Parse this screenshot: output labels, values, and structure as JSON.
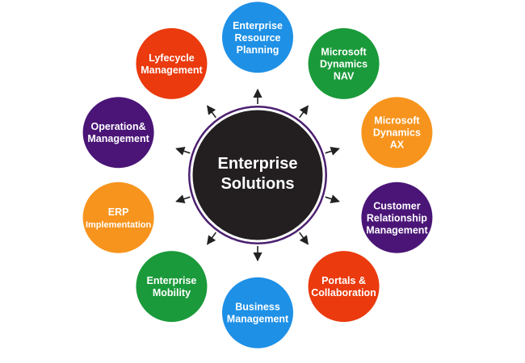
{
  "colors": {
    "background": "#ffffff",
    "hub_fill": "#231f20",
    "hub_ring": "#4b1f6f",
    "arrow": "#222222",
    "blue": "#1e90e6",
    "green": "#1a9a3a",
    "orange": "#f7941d",
    "purple": "#4a1577",
    "red": "#ea3a0e"
  },
  "hub": {
    "lines": [
      "Enterprise",
      "Solutions"
    ]
  },
  "nodes": [
    {
      "id": "enterprise-resource-planning",
      "lines": [
        "Enterprise",
        "Resource",
        "Planning"
      ],
      "color": "blue"
    },
    {
      "id": "microsoft-dynamics-nav",
      "lines": [
        "Microsoft",
        "Dynamics",
        "NAV"
      ],
      "color": "green"
    },
    {
      "id": "microsoft-dynamics-ax",
      "lines": [
        "Microsoft",
        "Dynamics",
        "AX"
      ],
      "color": "orange"
    },
    {
      "id": "customer-relationship-management",
      "lines": [
        "Customer",
        "Relationship",
        "Management"
      ],
      "color": "purple"
    },
    {
      "id": "portals-collaboration",
      "lines": [
        "Portals &",
        "Collaboration"
      ],
      "color": "red"
    },
    {
      "id": "business-management",
      "lines": [
        "Business",
        "Management"
      ],
      "color": "blue"
    },
    {
      "id": "enterprise-mobility",
      "lines": [
        "Enterprise",
        "Mobility"
      ],
      "color": "green"
    },
    {
      "id": "erp-implementation",
      "lines": [
        "ERP",
        "Implementation"
      ],
      "color": "orange",
      "small": true
    },
    {
      "id": "operation-management",
      "lines": [
        "Operation&",
        "Management"
      ],
      "color": "purple"
    },
    {
      "id": "lyfecycle-management",
      "lines": [
        "Lyfecycle",
        "Management"
      ],
      "color": "red"
    }
  ]
}
